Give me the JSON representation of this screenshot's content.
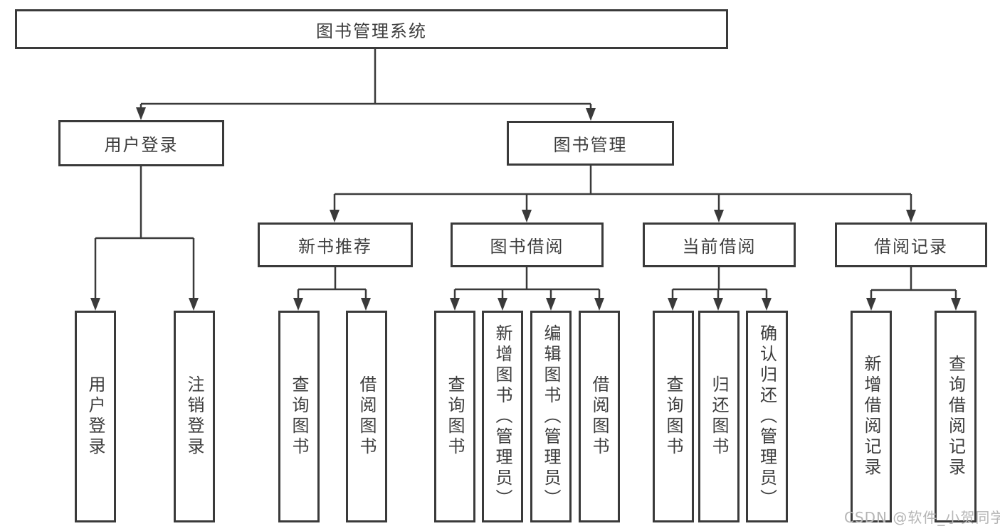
{
  "root": {
    "label": "图书管理系统"
  },
  "branches": {
    "user_login": {
      "label": "用户登录",
      "children": {
        "login": {
          "label": "用户登录"
        },
        "logout": {
          "label": "注销登录"
        }
      }
    },
    "book_mgmt": {
      "label": "图书管理",
      "groups": {
        "new_book": {
          "label": "新书推荐",
          "children": {
            "query": {
              "label": "查询图书"
            },
            "borrow": {
              "label": "借阅图书"
            }
          }
        },
        "book_borrow": {
          "label": "图书借阅",
          "children": {
            "query": {
              "label": "查询图书"
            },
            "add": {
              "label": "新增图书（管理员）"
            },
            "edit": {
              "label": "编辑图书（管理员）"
            },
            "borrow": {
              "label": "借阅图书"
            }
          }
        },
        "current_borrow": {
          "label": "当前借阅",
          "children": {
            "query": {
              "label": "查询图书"
            },
            "return": {
              "label": "归还图书"
            },
            "confirm": {
              "label": "确认归还（管理员）"
            }
          }
        },
        "borrow_record": {
          "label": "借阅记录",
          "children": {
            "add": {
              "label": "新增借阅记录"
            },
            "query": {
              "label": "查询借阅记录"
            }
          }
        }
      }
    }
  },
  "watermark": {
    "text": "CSDN @软件_小贺同学"
  },
  "colors": {
    "line": "#3a3a3a",
    "text": "#3d3d3d",
    "watermark": "#b5b5b5",
    "background": "#ffffff"
  }
}
